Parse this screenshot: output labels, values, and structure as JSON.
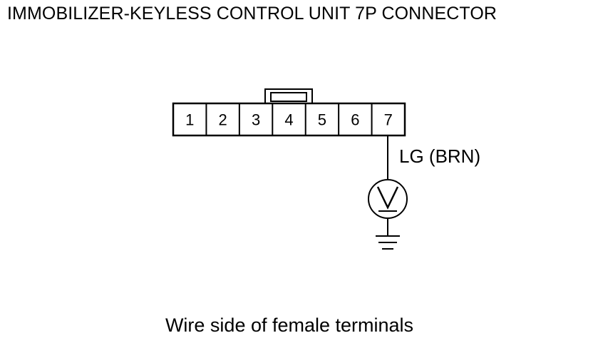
{
  "title": "IMMOBILIZER-KEYLESS CONTROL UNIT 7P CONNECTOR",
  "caption": "Wire side of female terminals",
  "connector": {
    "pins": [
      "1",
      "2",
      "3",
      "4",
      "5",
      "6",
      "7"
    ]
  },
  "wire": {
    "pin": "7",
    "label": "LG (BRN)"
  },
  "meter": {
    "symbol": "V",
    "icon": "voltmeter-icon"
  },
  "ground": {
    "icon": "ground-icon"
  }
}
